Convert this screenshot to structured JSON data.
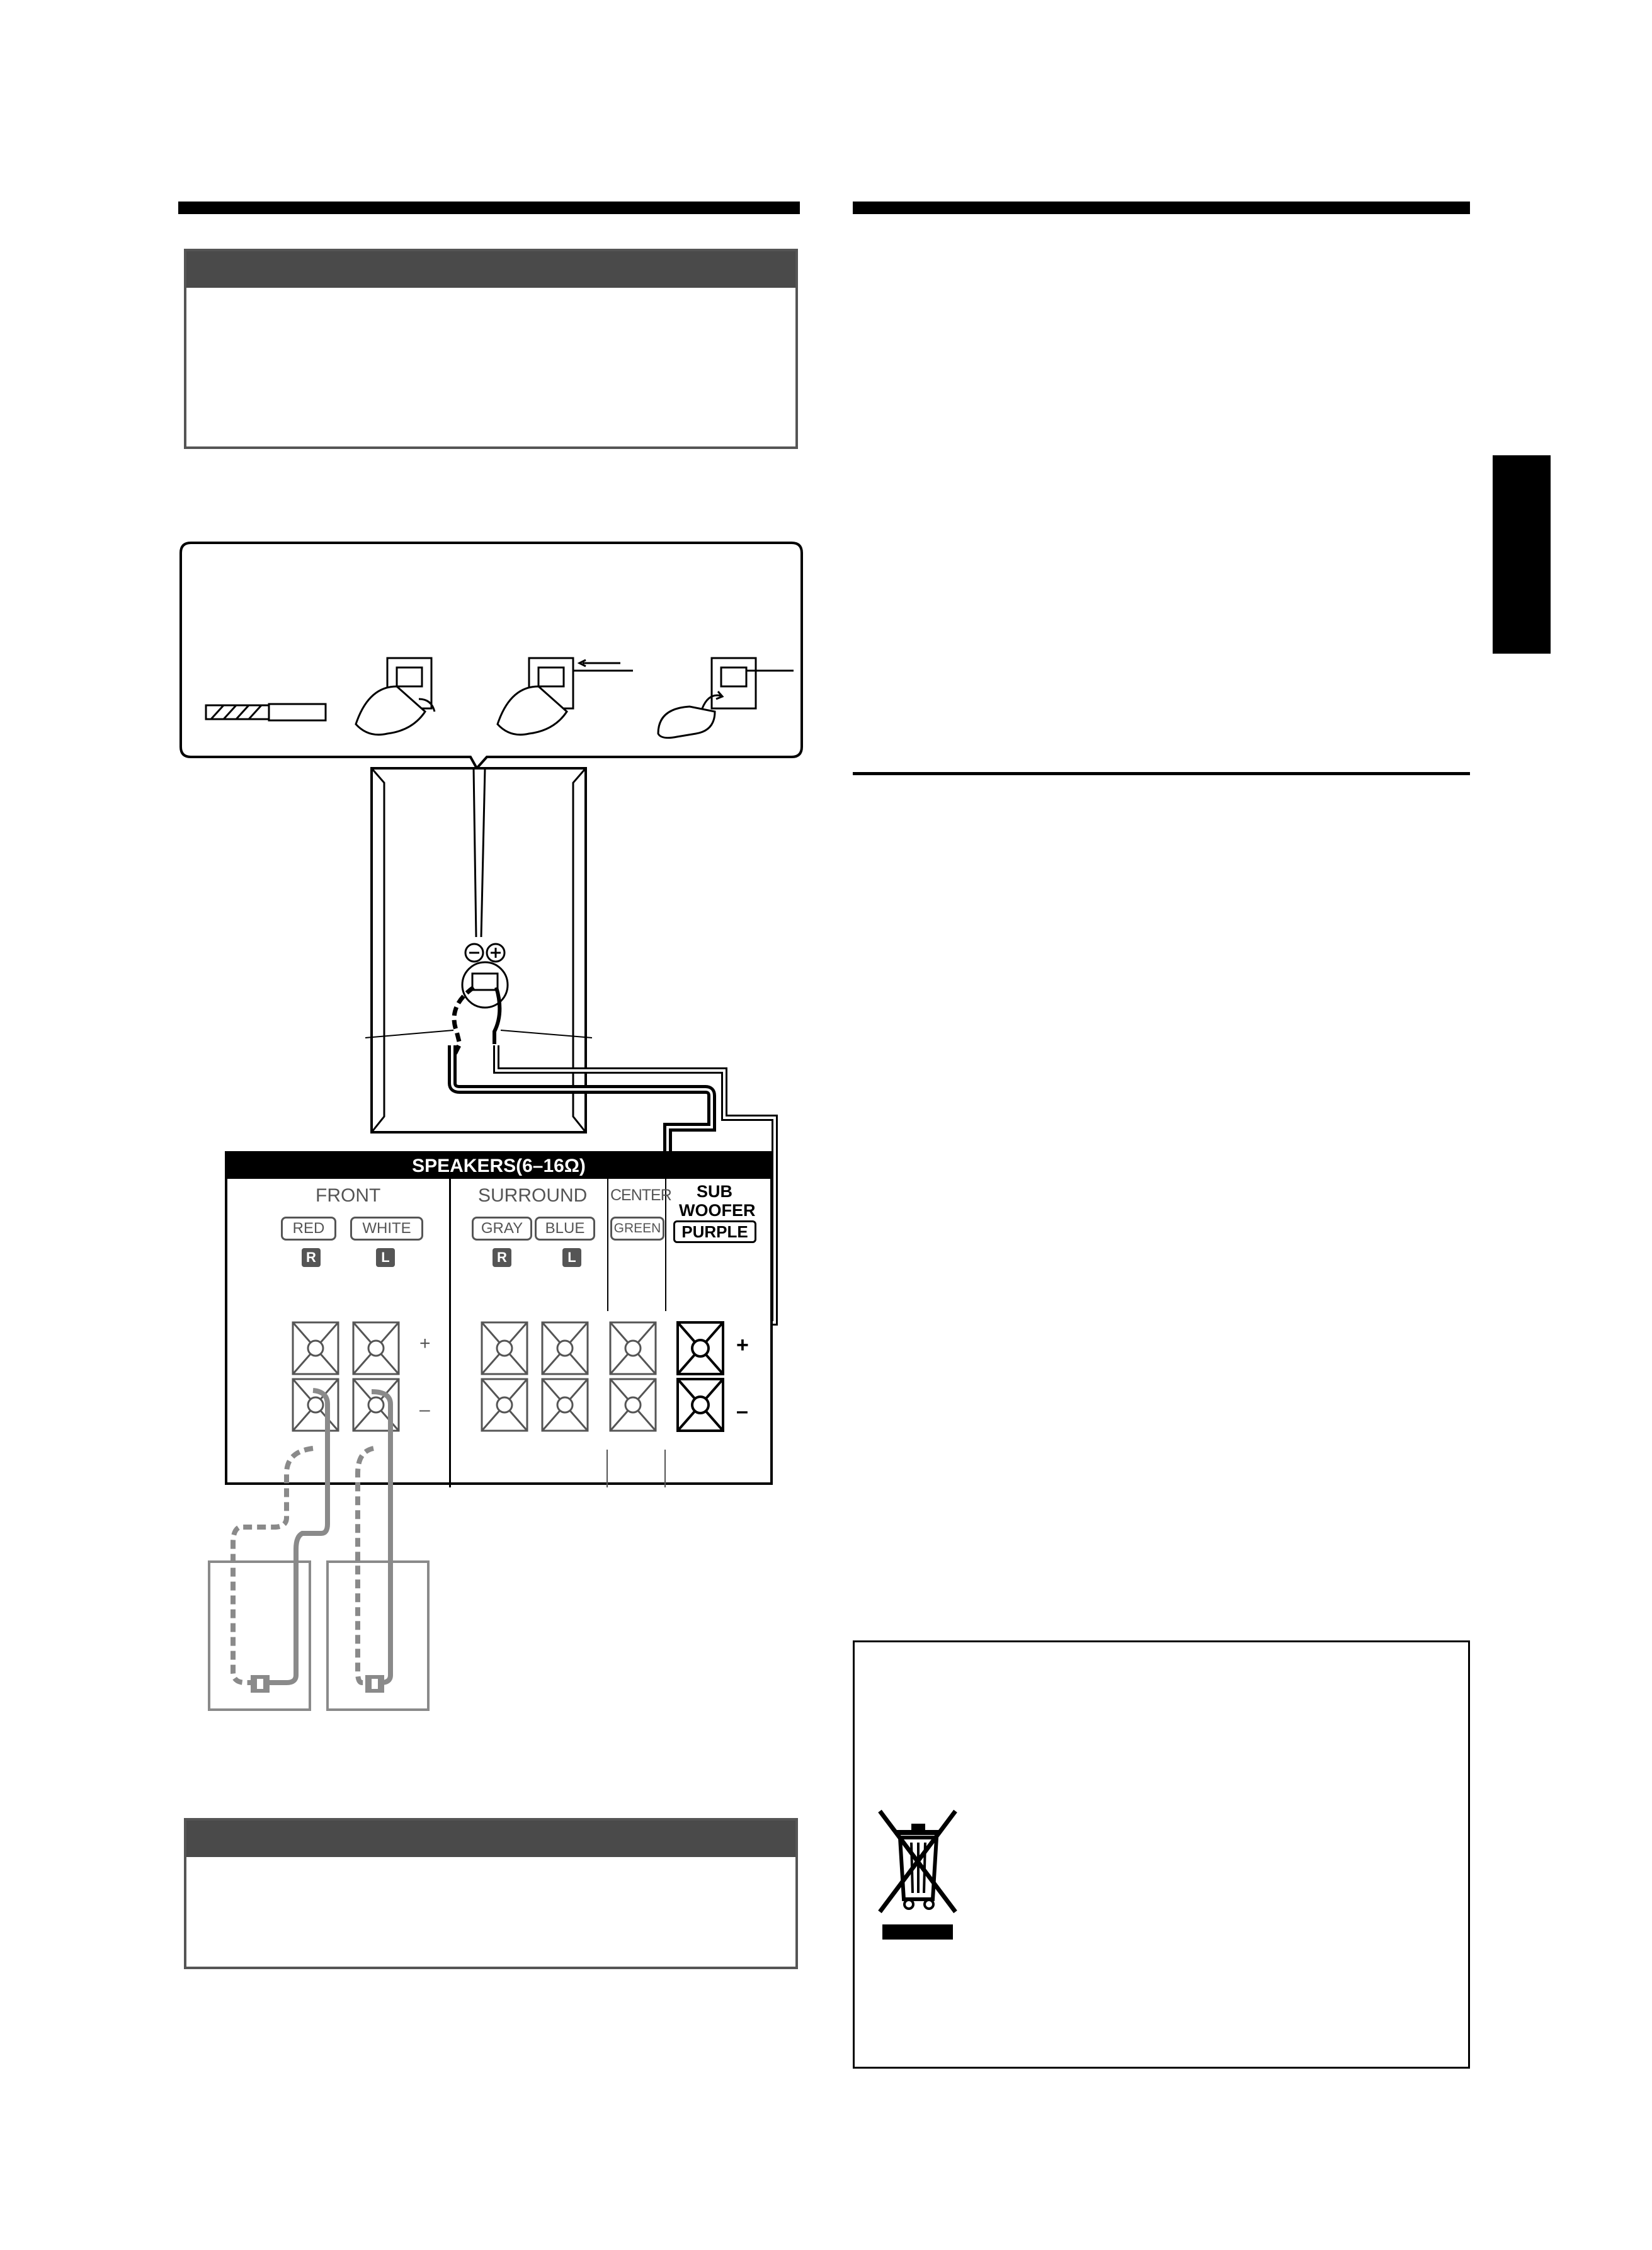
{
  "panel": {
    "header": "SPEAKERS(6–16Ω)",
    "groups": {
      "front": {
        "label": "FRONT",
        "colors": [
          "RED",
          "WHITE"
        ],
        "channels": [
          "R",
          "L"
        ]
      },
      "surround": {
        "label": "SURROUND",
        "colors": [
          "GRAY",
          "BLUE"
        ],
        "channels": [
          "R",
          "L"
        ]
      },
      "center": {
        "label": "CENTER",
        "colors": [
          "GREEN"
        ]
      },
      "subwoofer": {
        "label_line1": "SUB",
        "label_line2": "WOOFER",
        "colors": [
          "PURPLE"
        ]
      }
    },
    "plus": "+",
    "minus": "–"
  },
  "speaker_polarity": {
    "minus": "⊖",
    "plus": "⊕"
  },
  "colors": {
    "box_header": "#4a4a4a",
    "wire_gray": "#8a8a8a",
    "black": "#000000"
  },
  "icons": [
    "wire-strip-icon",
    "hand-press-terminal-icon",
    "hand-insert-wire-icon",
    "hand-release-terminal-icon",
    "weee-bin-icon"
  ]
}
